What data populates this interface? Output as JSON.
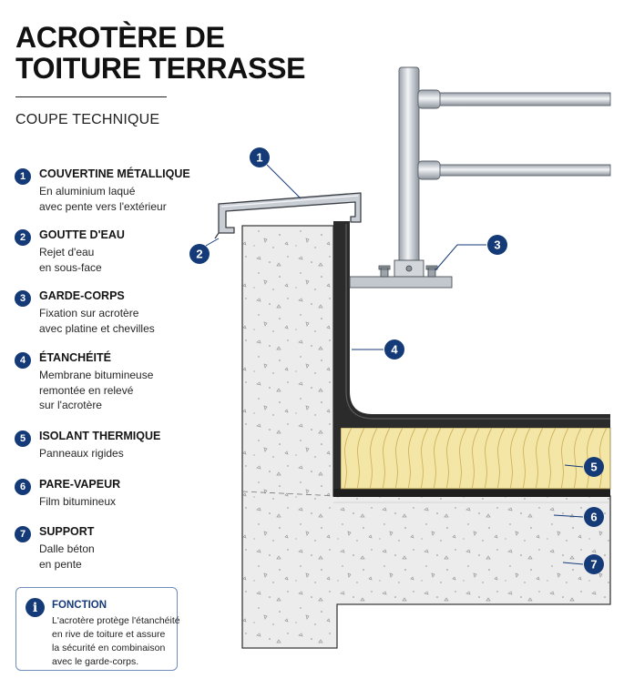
{
  "header": {
    "title_line1": "ACROTÈRE DE",
    "title_line2": "TOITURE TERRASSE",
    "subtitle": "COUPE TECHNIQUE"
  },
  "legend": [
    {
      "num": "1",
      "title": "COUVERTINE MÉTALLIQUE",
      "desc": [
        "En aluminium laqué",
        "avec pente vers l'extérieur"
      ]
    },
    {
      "num": "2",
      "title": "GOUTTE D'EAU",
      "desc": [
        "Rejet d'eau",
        "en sous-face"
      ]
    },
    {
      "num": "3",
      "title": "GARDE-CORPS",
      "desc": [
        "Fixation sur acrotère",
        "avec platine et chevilles"
      ]
    },
    {
      "num": "4",
      "title": "ÉTANCHÉITÉ",
      "desc": [
        "Membrane bitumineuse",
        "remontée en relevé",
        "sur l'acrotère"
      ]
    },
    {
      "num": "5",
      "title": "ISOLANT THERMIQUE",
      "desc": [
        "Panneaux rigides"
      ]
    },
    {
      "num": "6",
      "title": "PARE-VAPEUR",
      "desc": [
        "Film bitumineux"
      ]
    },
    {
      "num": "7",
      "title": "SUPPORT",
      "desc": [
        "Dalle béton",
        "en pente"
      ]
    }
  ],
  "info": {
    "icon": "info-icon",
    "title": "FONCTION",
    "text": [
      "L'acrotère protège l'étanchéité",
      "en rive de toiture et assure",
      "la sécurité en combinaison",
      "avec le garde-corps."
    ]
  },
  "callouts": [
    "1",
    "2",
    "3",
    "4",
    "5",
    "6",
    "7"
  ],
  "colors": {
    "accent": "#153a78",
    "concrete": "#ececec",
    "membrane": "#2b2b2b",
    "insulation": "#f4e6a6",
    "metal": "#c9ced5"
  }
}
